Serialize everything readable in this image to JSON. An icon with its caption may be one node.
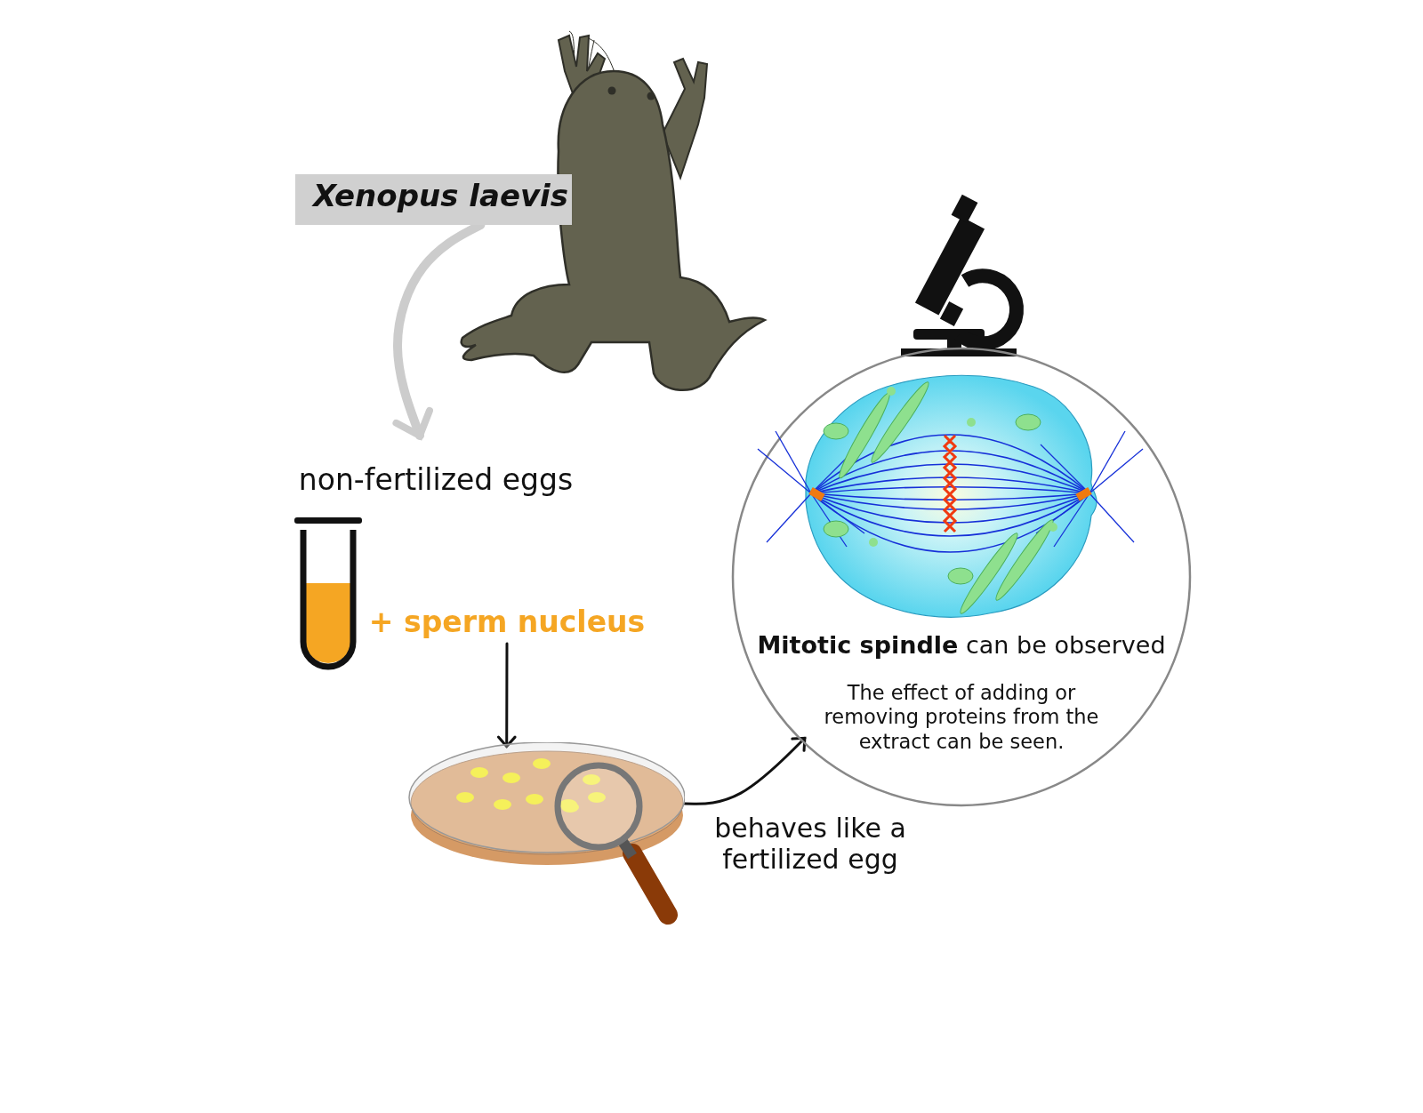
{
  "diagram": {
    "nodes": [
      {
        "text": [
          "Xenopus laevis"
        ]
      },
      {
        "text": [
          "non-fertilized eggs"
        ]
      },
      {
        "text": [
          "+ sperm nucleus"
        ]
      },
      {
        "text": [],
        "shape": "picture"
      },
      {
        "text": [
          "**Mitotic spindle** can be observed",
          "The effect of adding or removing proteins from the extract can be seen."
        ]
      }
    ],
    "edges": [
      {
        "from": 0,
        "to": 1,
        "arrow": "to",
        "style": "thick",
        "color": "#cccccc"
      },
      {
        "from": 2,
        "to": 3,
        "arrow": "to"
      },
      {
        "from": 3,
        "to": 4,
        "arrow": "to",
        "label": "behaves like a fertilized egg"
      }
    ]
  }
}
